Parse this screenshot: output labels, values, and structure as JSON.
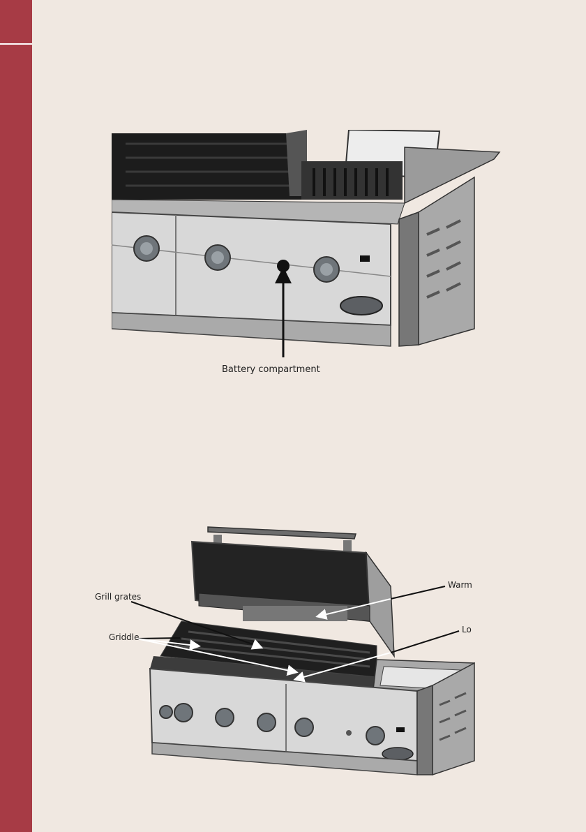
{
  "sidebar": {
    "color": "#a73b45"
  },
  "figure_top": {
    "icon": "bbq-control-panel-closeup-illustration",
    "callouts": {
      "battery": "Battery compartment"
    }
  },
  "figure_bottom": {
    "icon": "bbq-grill-open-hood-illustration",
    "callouts": {
      "grill_grates": "Grill grates",
      "griddle": "Griddle",
      "warm": "Warm",
      "lo": "Lo"
    }
  },
  "colors": {
    "page_background": "#f0e8e1",
    "accent": "#a73b45"
  }
}
